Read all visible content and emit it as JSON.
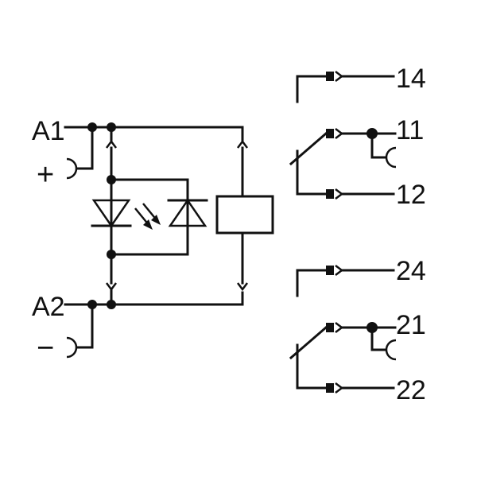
{
  "colors": {
    "line": "#111111",
    "background": "#ffffff"
  },
  "coil_terminals": {
    "a1": "A1",
    "a2": "A2",
    "plus": "+",
    "minus": "−"
  },
  "contacts": {
    "c1": {
      "no": "14",
      "common": "11",
      "nc": "12"
    },
    "c2": {
      "no": "24",
      "common": "21",
      "nc": "22"
    }
  }
}
